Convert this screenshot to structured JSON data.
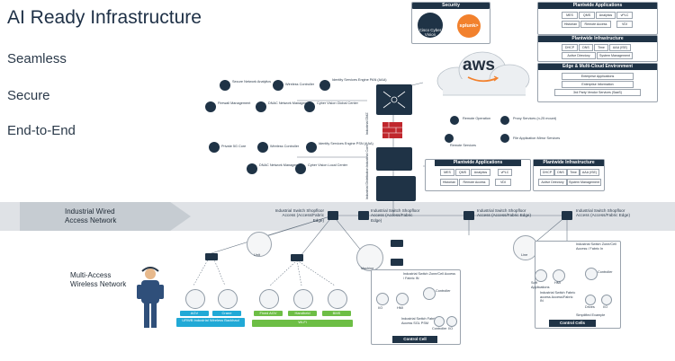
{
  "title": "AI Ready Infrastructure",
  "subtitles": [
    "Seamless",
    "Secure",
    "End-to-End"
  ],
  "access_band": {
    "label_line1": "Industrial Wired",
    "label_line2": "Access Network"
  },
  "wireless_label": {
    "line1": "Multi-Access",
    "line2": "Wireless Network"
  },
  "security_panel": {
    "title": "Security",
    "items": [
      "Cisco Cyber Vision",
      "splunk>"
    ]
  },
  "cloud_label": "aws",
  "plantwide_apps_top": {
    "title": "Plantwide Applications",
    "items": [
      "MES",
      "QMS",
      "Analytics",
      "vPLC",
      "Historian",
      "Remote Access",
      "VDI"
    ]
  },
  "plantwide_infra_top": {
    "title": "Plantwide Infrastructure",
    "items": [
      "DHCP",
      "DNS",
      "Time",
      "AAA (ISE)",
      "Active Directory",
      "System Management"
    ]
  },
  "edge_cloud": {
    "title": "Edge & Multi-Cloud Environment",
    "items": [
      "Enterprise Applications",
      "Enterprise Information",
      "3rd Party Vendor Services (SaaS)"
    ]
  },
  "core_services": [
    "Secure Network Analytics",
    "Wireless Controller",
    "Identity Services Engine PAN (AAA)",
    "Firewall Management",
    "DNAC Network Management",
    "Cyber Vision Global Center"
  ],
  "dist_services": [
    "Private 5G Core",
    "Wireless Controller",
    "Identity Services Engine PSN (AAA)",
    "DNAC Network Management",
    "Cyber Vision Local Center"
  ],
  "dmz_labels": [
    "Industrial DMZ",
    "Industrial Core",
    "Industrial Distribution"
  ],
  "remote_services": [
    "Remote Operation",
    "Proxy Services (n-25 mount)",
    "Remote Services",
    "File Application Mirror Services"
  ],
  "plantwide_apps_mid": {
    "title": "Plantwide Applications",
    "items": [
      "MES",
      "QMS",
      "Analytics",
      "vPLC",
      "Historian",
      "Remote Access",
      "VDI"
    ]
  },
  "plantwide_infra_mid": {
    "title": "Plantwide Infrastructure",
    "items": [
      "DHCP",
      "DNS",
      "Time",
      "AAA (ISE)",
      "Active Directory",
      "System Management"
    ]
  },
  "shopfloor_switches": [
    "Industrial Switch Shopfloor Access (Access/Fabric Edge)",
    "Industrial Switch Shopfloor Access (Access/Fabric Edge)",
    "Industrial Switch Shopfloor Access (Access/Fabric Edge)",
    "Industrial Switch Shopfloor Access (Access/Fabric Edge)"
  ],
  "field_units": [
    "Unit",
    "Machine",
    "Line"
  ],
  "wireless_devices": {
    "group1": {
      "items": [
        "AGV",
        "Crane"
      ],
      "banner": "URWB Industrial Wireless Backhaul"
    },
    "group2": {
      "items": [
        "Fixed AGV",
        "Handheld",
        "BMS"
      ],
      "banner": "Wi-Fi"
    }
  },
  "control_cell": {
    "title": "Control Cell",
    "switch_label": "Industrial Switch Zone/Cell Access / Fabric IN",
    "items": [
      "I/O",
      "HMI",
      "Controller",
      "Industrial Switch Fabric Access SGL PSM"
    ],
    "bottom": [
      "Controller",
      "I/O"
    ]
  },
  "control_cells": {
    "title": "Control Cells",
    "switch_label": "Industrial Switch Zone/Cell Access / Fabric In",
    "items": [
      "Soft Applications",
      "HMI",
      "Controller",
      "Drives",
      "I/O"
    ],
    "sub_switch": "Industrial Switch Fabric access Access/Fabric IN",
    "bottom": [
      "Simplified Example"
    ]
  },
  "colors": {
    "navy": "#1f3346",
    "band": "#dfe2e6",
    "arrow": "#c6ccd2",
    "cyan": "#21a9d6",
    "green": "#6dbe45",
    "firewall": "#c0272d"
  }
}
